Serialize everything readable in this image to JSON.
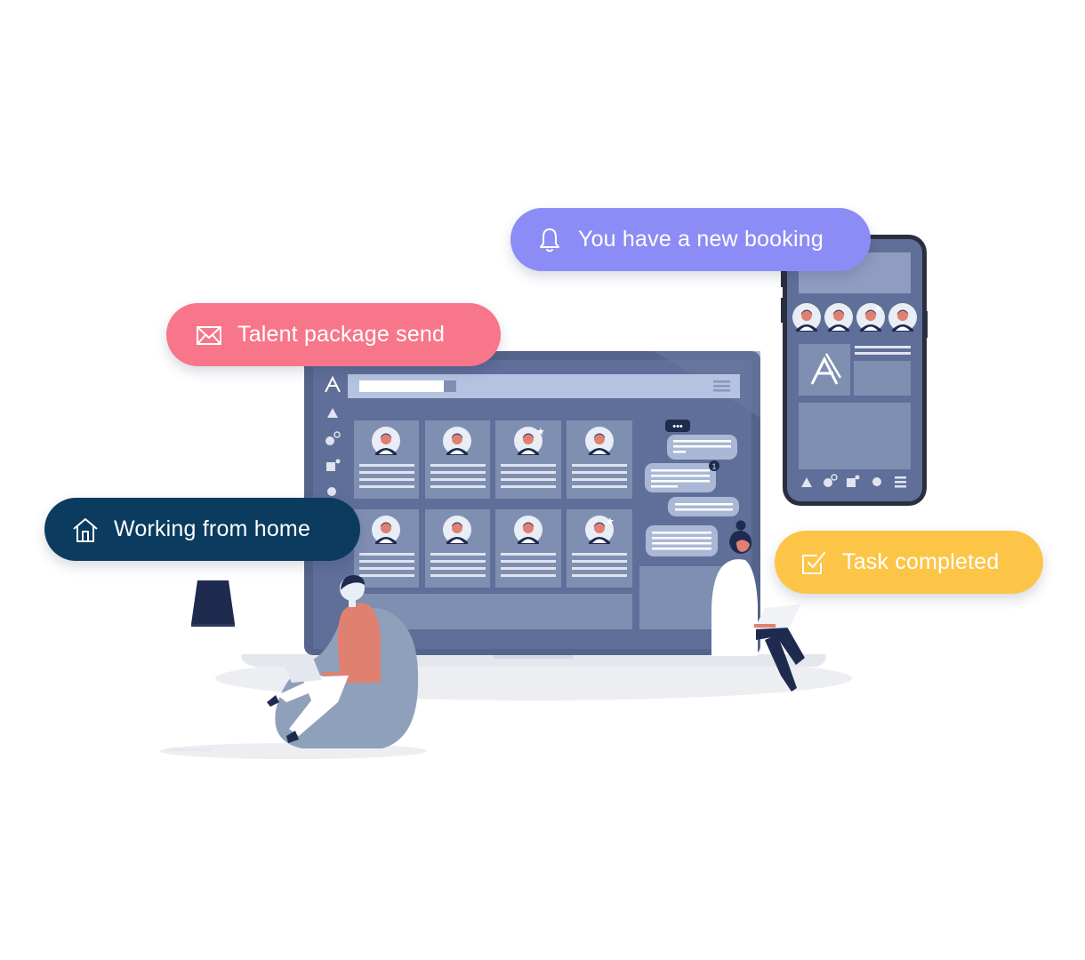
{
  "notifications": {
    "booking": {
      "label": "You have a new booking",
      "icon": "bell-icon",
      "color": "#8c8cf6"
    },
    "talent": {
      "label": "Talent package send",
      "icon": "envelope-icon",
      "color": "#f7768a"
    },
    "home": {
      "label": "Working from home",
      "icon": "house-icon",
      "color": "#0b3b5f"
    },
    "task": {
      "label": "Task completed",
      "icon": "checkbox-icon",
      "color": "#fcc547"
    }
  },
  "laptop": {
    "chat": {
      "typing": "•••",
      "unread_badge": "1"
    }
  },
  "colors": {
    "screen": "#5f6f99",
    "card": "#7f8fb2",
    "lines": "#dfe4ef",
    "skin": "#e08070",
    "navy": "#1e2b4f"
  }
}
